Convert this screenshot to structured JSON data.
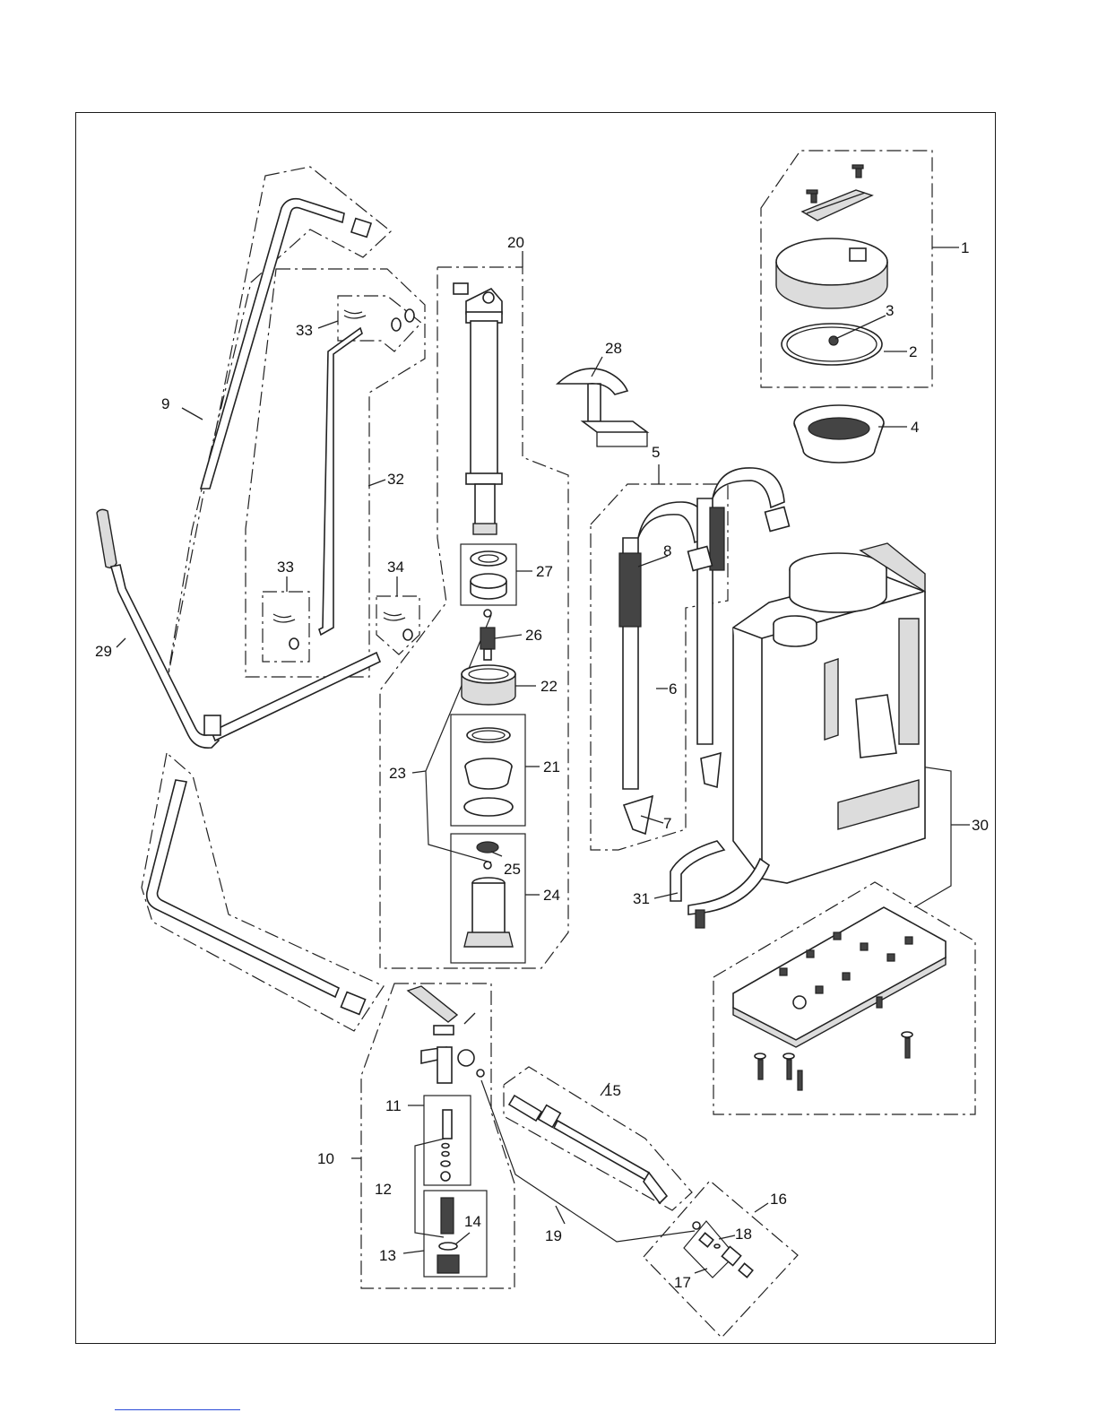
{
  "callouts": [
    {
      "id": "c1",
      "label": "1"
    },
    {
      "id": "c2",
      "label": "2"
    },
    {
      "id": "c3",
      "label": "3"
    },
    {
      "id": "c4",
      "label": "4"
    },
    {
      "id": "c5",
      "label": "5"
    },
    {
      "id": "c6",
      "label": "6"
    },
    {
      "id": "c7",
      "label": "7"
    },
    {
      "id": "c8",
      "label": "8"
    },
    {
      "id": "c9",
      "label": "9"
    },
    {
      "id": "c10",
      "label": "10"
    },
    {
      "id": "c11",
      "label": "11"
    },
    {
      "id": "c12",
      "label": "12"
    },
    {
      "id": "c13",
      "label": "13"
    },
    {
      "id": "c14",
      "label": "14"
    },
    {
      "id": "c15",
      "label": "15"
    },
    {
      "id": "c16",
      "label": "16"
    },
    {
      "id": "c17",
      "label": "17"
    },
    {
      "id": "c18",
      "label": "18"
    },
    {
      "id": "c19",
      "label": "19"
    },
    {
      "id": "c20",
      "label": "20"
    },
    {
      "id": "c21",
      "label": "21"
    },
    {
      "id": "c22",
      "label": "22"
    },
    {
      "id": "c23",
      "label": "23"
    },
    {
      "id": "c24",
      "label": "24"
    },
    {
      "id": "c25",
      "label": "25"
    },
    {
      "id": "c26",
      "label": "26"
    },
    {
      "id": "c27",
      "label": "27"
    },
    {
      "id": "c28",
      "label": "28"
    },
    {
      "id": "c29",
      "label": "29"
    },
    {
      "id": "c30",
      "label": "30"
    },
    {
      "id": "c31",
      "label": "31"
    },
    {
      "id": "c32",
      "label": "32"
    },
    {
      "id": "c33a",
      "label": "33"
    },
    {
      "id": "c33b",
      "label": "33"
    },
    {
      "id": "c34",
      "label": "34"
    }
  ],
  "colors": {
    "line": "#222222",
    "fill_gray": "#dcdcdc",
    "link": "#2a4bd8"
  }
}
